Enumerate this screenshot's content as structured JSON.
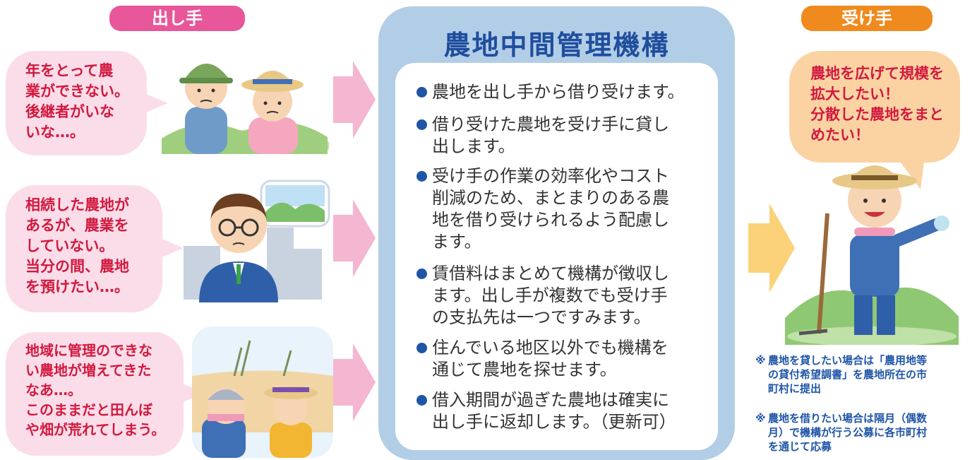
{
  "labels": {
    "giver": "出し手",
    "receiver": "受け手"
  },
  "left_bubbles": [
    {
      "lines": [
        "年をとって農",
        "業ができない。",
        "後継者がいな",
        "いな…。"
      ]
    },
    {
      "lines": [
        "相続した農地が",
        "あるが、農業を",
        "していない。",
        "当分の間、農地",
        "を預けたい…。"
      ]
    },
    {
      "lines": [
        "地域に管理のできな",
        "い農地が増えてきた",
        "なあ…。",
        "このままだと田んぼ",
        "や畑が荒れてしまう。"
      ]
    }
  ],
  "panel": {
    "title": "農地中間管理機構",
    "items": [
      {
        "lines": [
          "農地を出し手から借り受けます。"
        ]
      },
      {
        "lines": [
          "借り受けた農地を受け手に貸し",
          "出します。"
        ]
      },
      {
        "lines": [
          "受け手の作業の効率化やコスト",
          "削減のため、まとまりのある農",
          "地を借り受けられるよう配慮し",
          "ます。"
        ]
      },
      {
        "lines": [
          "賃借料はまとめて機構が徴収し",
          "ます。出し手が複数でも受け手",
          "の支払先は一つですみます。"
        ]
      },
      {
        "lines": [
          "住んでいる地区以外でも機構を",
          "通じて農地を探せます。"
        ]
      },
      {
        "lines": [
          "借入期間が過ぎた農地は確実に",
          "出し手に返却します。（更新可）"
        ]
      }
    ]
  },
  "right_bubble": {
    "lines": [
      "農地を広げて規模を",
      "拡大したい！",
      "分散した農地をまと",
      "めたい！"
    ]
  },
  "notes": [
    {
      "mark": "※",
      "lines": [
        "農地を貸したい場合は「農用地等",
        "の貸付希望調書」を農地所在の市",
        "町村に提出"
      ]
    },
    {
      "mark": "※",
      "lines": [
        "農地を借りたい場合は隔月（偶数",
        "月）で機構が行う公募に各市町村",
        "を通じて応募"
      ]
    }
  ],
  "colors": {
    "pink": "#e8579a",
    "orange": "#ef8a1f",
    "navy": "#1f55a6",
    "panel_blue": "#b2cde6",
    "bubble_pink": "#fbdde9",
    "bubble_orange": "#fbd3a3"
  }
}
